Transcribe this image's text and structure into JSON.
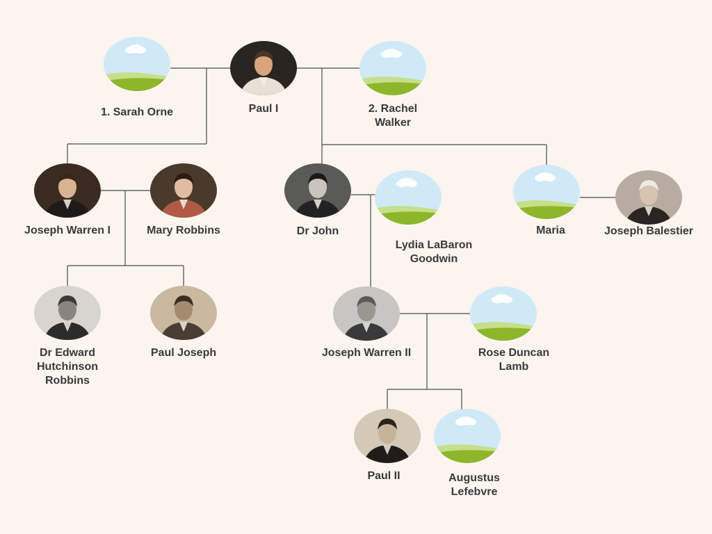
{
  "people": [
    {
      "id": "sarah",
      "name": "1.  Sarah Orne",
      "photo": "placeholder-landscape-icon"
    },
    {
      "id": "paul1",
      "name": "Paul I",
      "photo": "portrait-photo"
    },
    {
      "id": "rachel",
      "name": "2. Rachel\nWalker",
      "photo": "placeholder-landscape-icon"
    },
    {
      "id": "jw1",
      "name": "Joseph Warren I",
      "photo": "portrait-photo"
    },
    {
      "id": "mary",
      "name": "Mary Robbins",
      "photo": "portrait-photo"
    },
    {
      "id": "drjohn",
      "name": "Dr John",
      "photo": "portrait-photo"
    },
    {
      "id": "lydia",
      "name": "Lydia LaBaron\nGoodwin",
      "photo": "placeholder-landscape-icon"
    },
    {
      "id": "maria",
      "name": "Maria",
      "photo": "placeholder-landscape-icon"
    },
    {
      "id": "balestier",
      "name": "Joseph Balestier",
      "photo": "portrait-photo"
    },
    {
      "id": "edward",
      "name": "Dr Edward\nHutchinson\nRobbins",
      "photo": "portrait-photo"
    },
    {
      "id": "pauljoseph",
      "name": "Paul Joseph",
      "photo": "portrait-photo"
    },
    {
      "id": "jw2",
      "name": "Joseph Warren II",
      "photo": "portrait-photo"
    },
    {
      "id": "rose",
      "name": "Rose Duncan\nLamb",
      "photo": "placeholder-landscape-icon"
    },
    {
      "id": "paul2",
      "name": "Paul II",
      "photo": "portrait-photo"
    },
    {
      "id": "augustus",
      "name": "Augustus\nLefebvre",
      "photo": "placeholder-landscape-icon"
    }
  ],
  "colors": {
    "background": "#fbf4ef",
    "line": "#4a4a4a",
    "text": "#3a3a3a",
    "sky": "#cfe9f7",
    "grass": "#8db62a",
    "grass_light": "#c6df8a"
  }
}
